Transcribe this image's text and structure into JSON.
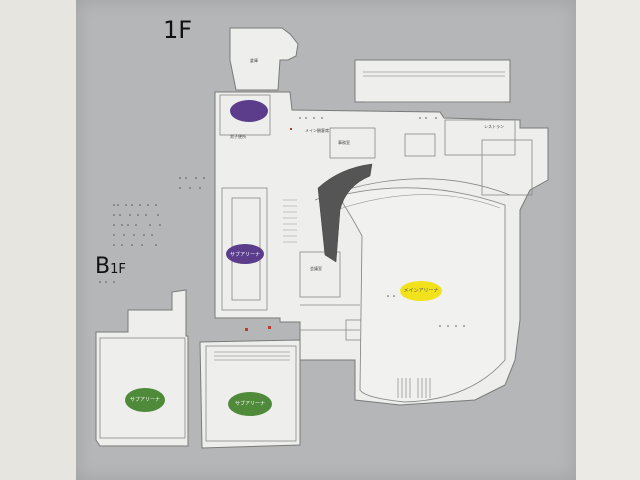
{
  "floors": {
    "upper": {
      "label": "1F"
    },
    "lower": {
      "label": "B1F",
      "label_main": "B",
      "label_sub": "1F"
    }
  },
  "areas": [
    {
      "id": "purple-top",
      "label": "",
      "color": "#5b3d8c"
    },
    {
      "id": "purple-mid",
      "label": "サブアリーナ",
      "color": "#5b3d8c"
    },
    {
      "id": "yellow-main",
      "label": "メインアリーナ",
      "color": "#f2e21c"
    },
    {
      "id": "green-left",
      "label": "サブアリーナ",
      "color": "#4f8a3a"
    },
    {
      "id": "green-right",
      "label": "サブアリーナ",
      "color": "#4f8a3a"
    }
  ],
  "rooms": {
    "main_stand": "メイン観客席",
    "toilets": "男子便所",
    "office": "事務室",
    "restaurant": "レストラン",
    "storage": "倉庫",
    "meeting": "会議室"
  },
  "colors": {
    "board": "#b5b6b7",
    "floor_fill": "#eeeeec",
    "wall_line": "#7a7a7a"
  }
}
